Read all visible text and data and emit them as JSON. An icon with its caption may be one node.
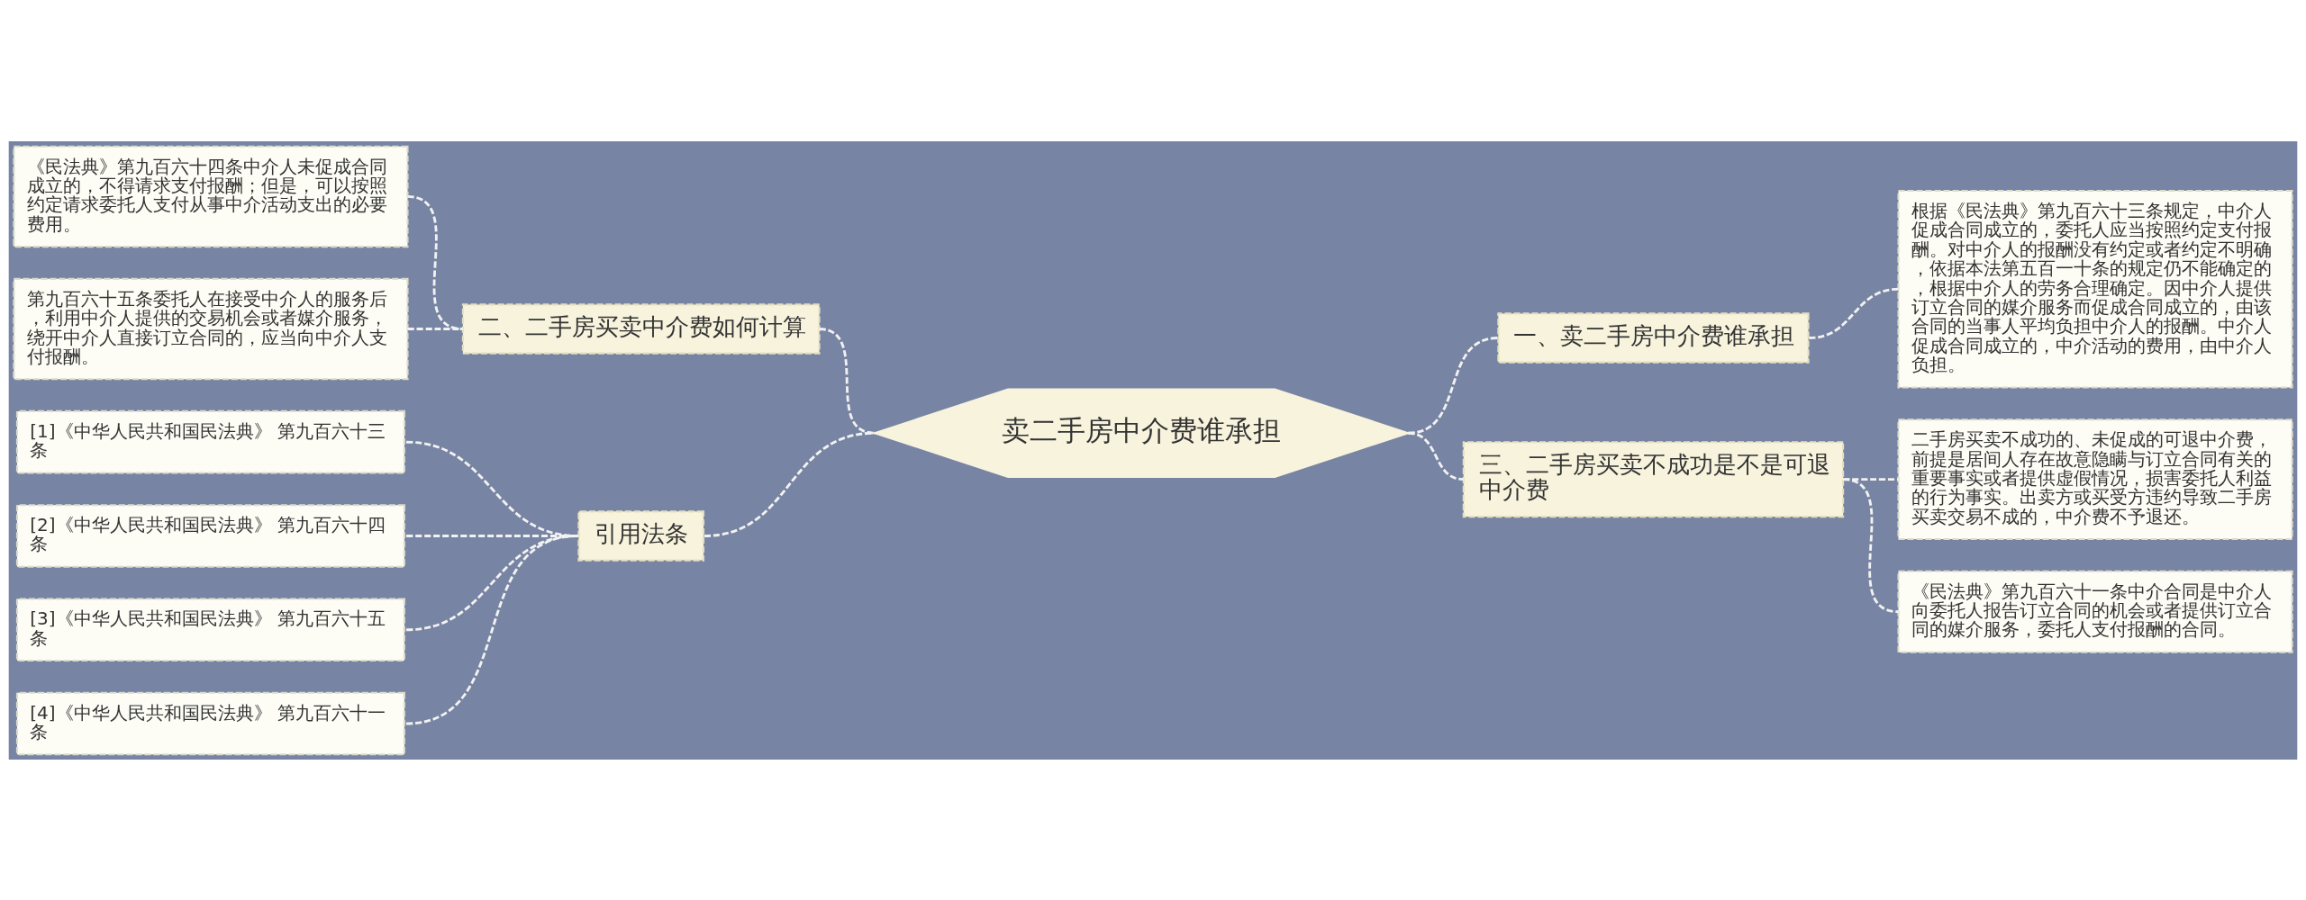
{
  "diagram": {
    "nodes": [
      {
        "text": [
          "卖二手房中介费谁承担"
        ]
      },
      {
        "text": [
          "一、卖二手房中介费谁承担"
        ]
      },
      {
        "text": [
          "根据《民法典》第九百六十三条规定，中介人促成合同成立的，委托人应当按照约定支付报酬。对中介人的报酬没有约定或者约定不明确，依据本法第五百一十条的规定仍不能确定的，根据中介人的劳务合理确定。因中介人提供订立合同的媒介服务而促成合同成立的，由该合同的当事人平均负担中介人的报酬。中介人促成合同成立的，中介活动的费用，由中介人负担。"
        ]
      },
      {
        "text": [
          "二、二手房买卖中介费如何计算"
        ]
      },
      {
        "text": [
          "《民法典》第九百六十四条中介人未促成合同成立的，不得请求支付报酬；但是，可以按照约定请求委托人支付从事中介活动支出的必要费用。"
        ]
      },
      {
        "text": [
          "第九百六十五条委托人在接受中介人的服务后，利用中介人提供的交易机会或者媒介服务，绕开中介人直接订立合同的，应当向中介人支付报酬。"
        ]
      },
      {
        "text": [
          "三、二手房买卖不成功是不是可退中介费"
        ]
      },
      {
        "text": [
          "二手房买卖不成功的、未促成的可退中介费，前提是居间人存在故意隐瞒与订立合同有关的重要事实或者提供虚假情况，损害委托人利益的行为事实。出卖方或买受方违约导致二手房买卖交易不成的，中介费不予退还。"
        ]
      },
      {
        "text": [
          "《民法典》第九百六十一条中介合同是中介人向委托人报告订立合同的机会或者提供订立合同的媒介服务，委托人支付报酬的合同。"
        ]
      },
      {
        "text": [
          "引用法条"
        ]
      },
      {
        "text": [
          "[1]《中华人民共和国民法典》 第九百六十三条"
        ]
      },
      {
        "text": [
          "[2]《中华人民共和国民法典》 第九百六十四条"
        ]
      },
      {
        "text": [
          "[3]《中华人民共和国民法典》 第九百六十五条"
        ]
      },
      {
        "text": [
          "[4]《中华人民共和国民法典》 第九百六十一条"
        ]
      }
    ],
    "edges": [
      {
        "from": 0,
        "to": 1,
        "arrow": "none",
        "style": "dashed"
      },
      {
        "from": 1,
        "to": 2,
        "arrow": "none",
        "style": "dashed"
      },
      {
        "from": 3,
        "to": 0,
        "arrow": "none",
        "style": "dashed"
      },
      {
        "from": 4,
        "to": 3,
        "arrow": "none",
        "style": "dashed"
      },
      {
        "from": 5,
        "to": 3,
        "arrow": "none",
        "style": "dashed"
      },
      {
        "from": 0,
        "to": 6,
        "arrow": "none",
        "style": "dashed"
      },
      {
        "from": 6,
        "to": 7,
        "arrow": "none",
        "style": "dashed"
      },
      {
        "from": 6,
        "to": 8,
        "arrow": "none",
        "style": "dashed"
      },
      {
        "from": 9,
        "to": 0,
        "arrow": "none",
        "style": "dashed"
      },
      {
        "from": 10,
        "to": 9,
        "arrow": "none",
        "style": "dashed"
      },
      {
        "from": 11,
        "to": 9,
        "arrow": "none",
        "style": "dashed"
      },
      {
        "from": 12,
        "to": 9,
        "arrow": "none",
        "style": "dashed"
      },
      {
        "from": 13,
        "to": 9,
        "arrow": "none",
        "style": "dashed"
      }
    ]
  }
}
